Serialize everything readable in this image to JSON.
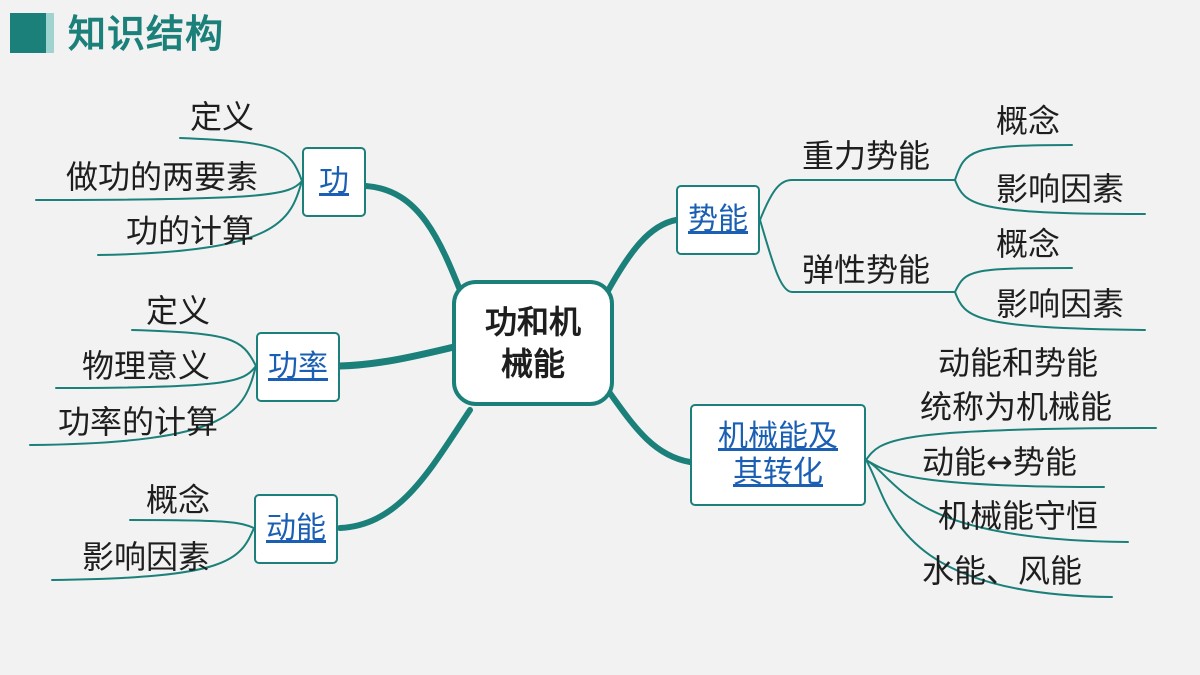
{
  "header": {
    "title": "知识结构"
  },
  "center": {
    "line1": "功和机",
    "line2": "械能"
  },
  "branches": {
    "gong": {
      "label": "功",
      "items": [
        "定义",
        "做功的两要素",
        "功的计算"
      ]
    },
    "gonglv": {
      "label": "功率",
      "items": [
        "定义",
        "物理意义",
        "功率的计算"
      ]
    },
    "dongneng": {
      "label": "动能",
      "items": [
        "概念",
        "影响因素"
      ]
    },
    "shineng": {
      "label": "势能",
      "sub": [
        {
          "label": "重力势能",
          "items": [
            "概念",
            "影响因素"
          ]
        },
        {
          "label": "弹性势能",
          "items": [
            "概念",
            "影响因素"
          ]
        }
      ]
    },
    "jixieneng": {
      "line1": "机械能及",
      "line2": "其转化",
      "items": [
        "动能和势能",
        "统称为机械能",
        "动能↔势能",
        "机械能守恒",
        "水能、风能"
      ]
    }
  },
  "colors": {
    "accent": "#1b8079",
    "accent_light": "#9ed3cf",
    "link": "#1a5fb4",
    "background": "#f2f2f2"
  }
}
